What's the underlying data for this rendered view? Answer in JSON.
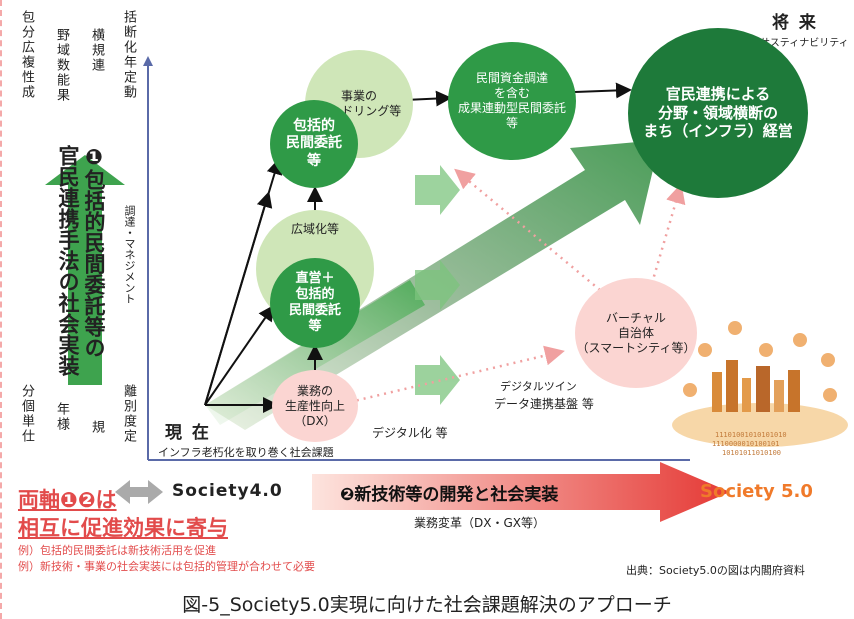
{
  "top_left": {
    "col1": "包分広複性成",
    "col2": "野域数能果",
    "col3": "横規連",
    "col4": "括断化年定動",
    "col_b1": "分個単仕",
    "col_b2": "年様",
    "col_b3": "規",
    "col_b4": "離別度定"
  },
  "left_vertical": {
    "line1": "❶包括的民間委託等の",
    "line2": "官民連携手法の社会実装"
  },
  "axis_mid_label": "調達・マネジメント",
  "genzai": {
    "title": "現 在",
    "subtitle": "インフラ老朽化を取り巻く社会課題"
  },
  "future": {
    "title": "将 来",
    "subtitle": "サスティナビリティ"
  },
  "nodes": {
    "bundling": "事業の\nバンドリング等",
    "houkatsu_top": "包括的\n民間委託\n等",
    "kouiki": "広域化等",
    "chokuei": "直営＋\n包括的\n民間委託\n等",
    "productivity": "業務の\n生産性向上\n（DX）",
    "minkan_shikin": "民間資金調達\nを含む\n成果連動型民間委託\n等",
    "kanmin": "官民連携による\n分野・領域横断の\nまち（インフラ）経営",
    "virtual": "バーチャル\n自治体\n（スマートシティ等）"
  },
  "labels": {
    "digital": "デジタル化 等",
    "digital_twin_1": "デジタルツイン",
    "digital_twin_2": "データ連携基盤 等"
  },
  "bottom": {
    "society4": "Society4.0",
    "axis2": "❷新技術等の開発と社会実装",
    "society5": "Society 5.0",
    "gyomu": "業務変革（DX・GX等）",
    "ryojiku_1": "両軸❶❷は",
    "ryojiku_2": "相互に促進効果に寄与",
    "ex1": "例）包括的民間委託は新技術活用を促進",
    "ex2": "例）新技術・事業の社会実装には包括的管理が合わせて必要",
    "source": "出典：Society5.0の図は内閣府資料",
    "caption": "図-5_Society5.0実現に向けた社会課題解決のアプローチ"
  },
  "colors": {
    "dark_green": "#1e7a3a",
    "mid_green": "#2f9a47",
    "light_green": "#cfe6b8",
    "pink": "#fbd5d2",
    "red": "#e24b4b",
    "axis": "#5a6aa8"
  }
}
